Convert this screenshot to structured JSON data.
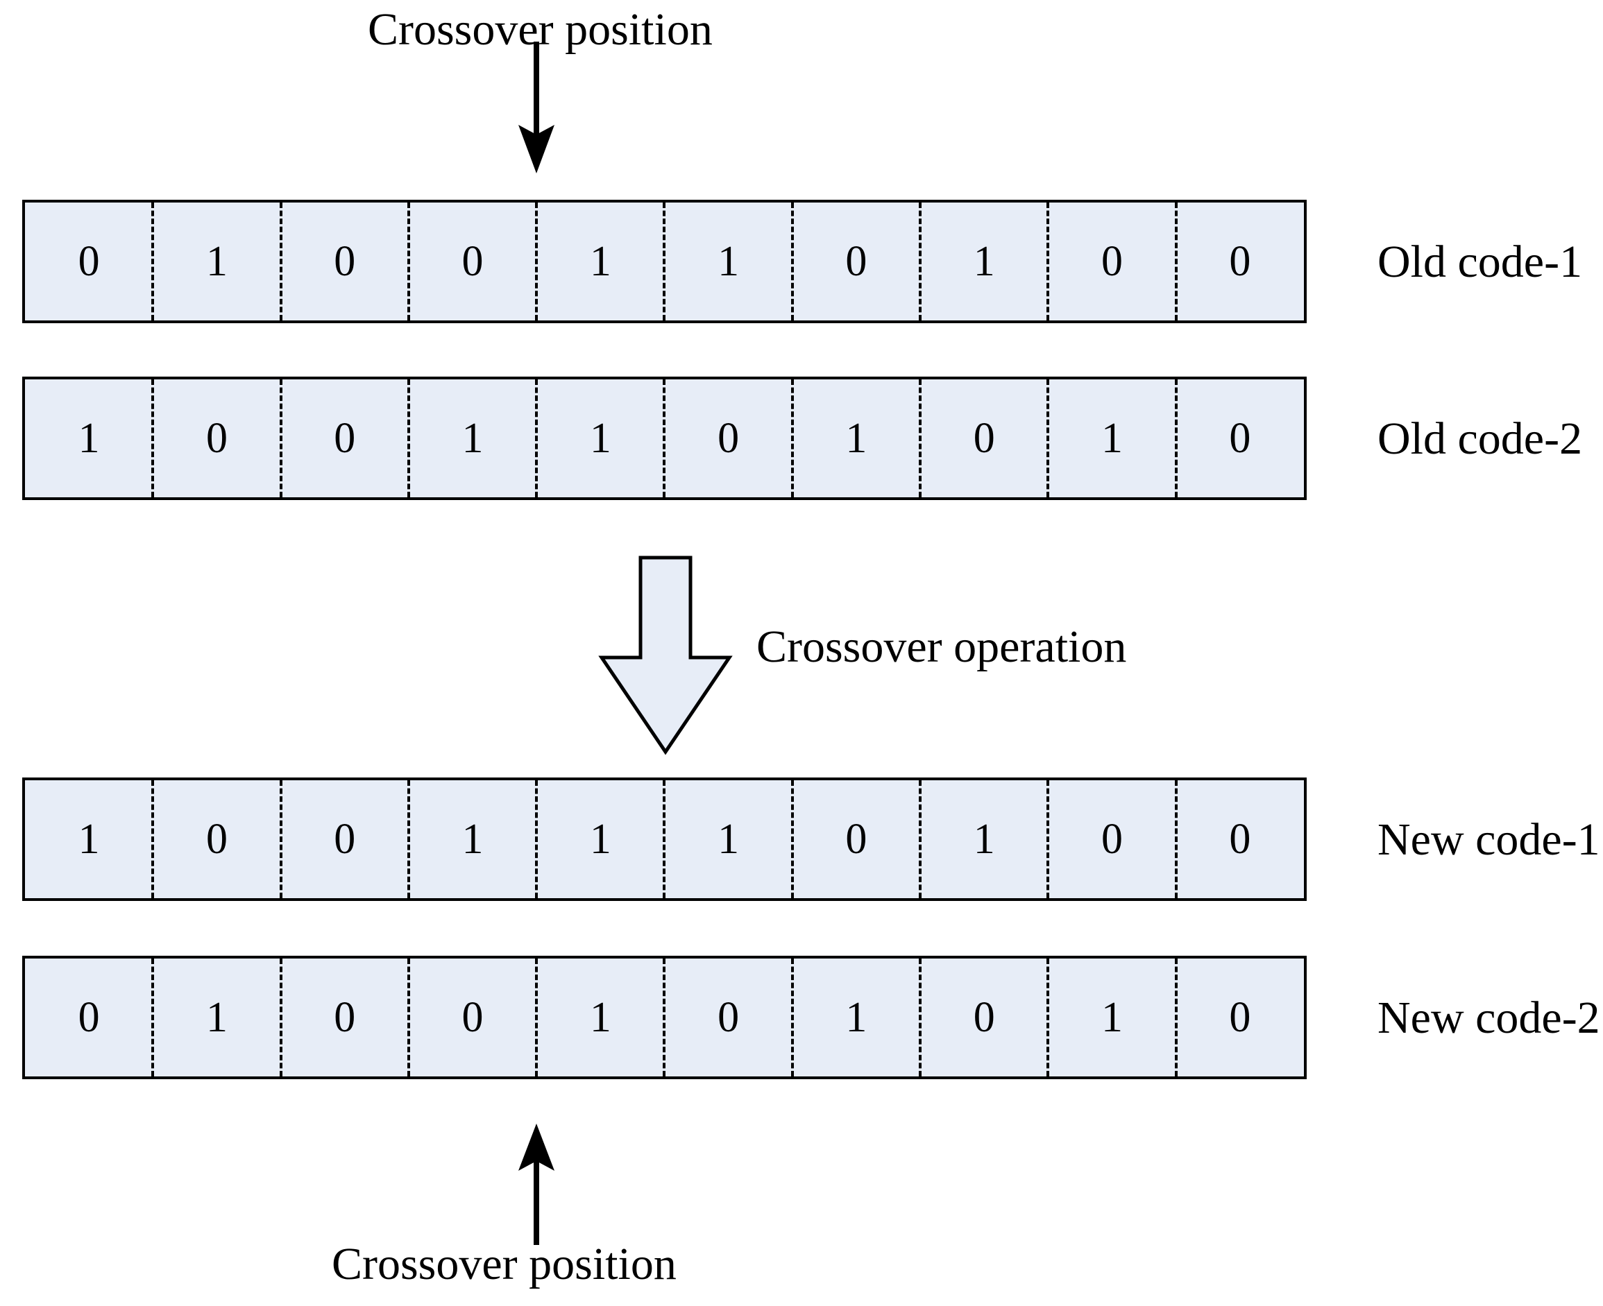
{
  "diagram": {
    "title": "Crossover operation on binary codes",
    "colors": {
      "cell_fill": "#e7edf7",
      "cell_border": "#000000",
      "arrow_fill": "#e7edf7",
      "text": "#000000",
      "background": "#ffffff"
    },
    "crossover_position_index": 4,
    "bit_count": 10
  },
  "annotations": {
    "top_caption": "Crossover position",
    "middle_caption": "Crossover operation",
    "bottom_caption": "Crossover position"
  },
  "rows": [
    {
      "label": "Old code-1",
      "bits": [
        "0",
        "1",
        "0",
        "0",
        "1",
        "1",
        "0",
        "1",
        "0",
        "0"
      ]
    },
    {
      "label": "Old code-2",
      "bits": [
        "1",
        "0",
        "0",
        "1",
        "1",
        "0",
        "1",
        "0",
        "1",
        "0"
      ]
    },
    {
      "label": "New code-1",
      "bits": [
        "1",
        "0",
        "0",
        "1",
        "1",
        "1",
        "0",
        "1",
        "0",
        "0"
      ]
    },
    {
      "label": "New code-2",
      "bits": [
        "0",
        "1",
        "0",
        "0",
        "1",
        "0",
        "1",
        "0",
        "1",
        "0"
      ]
    }
  ]
}
